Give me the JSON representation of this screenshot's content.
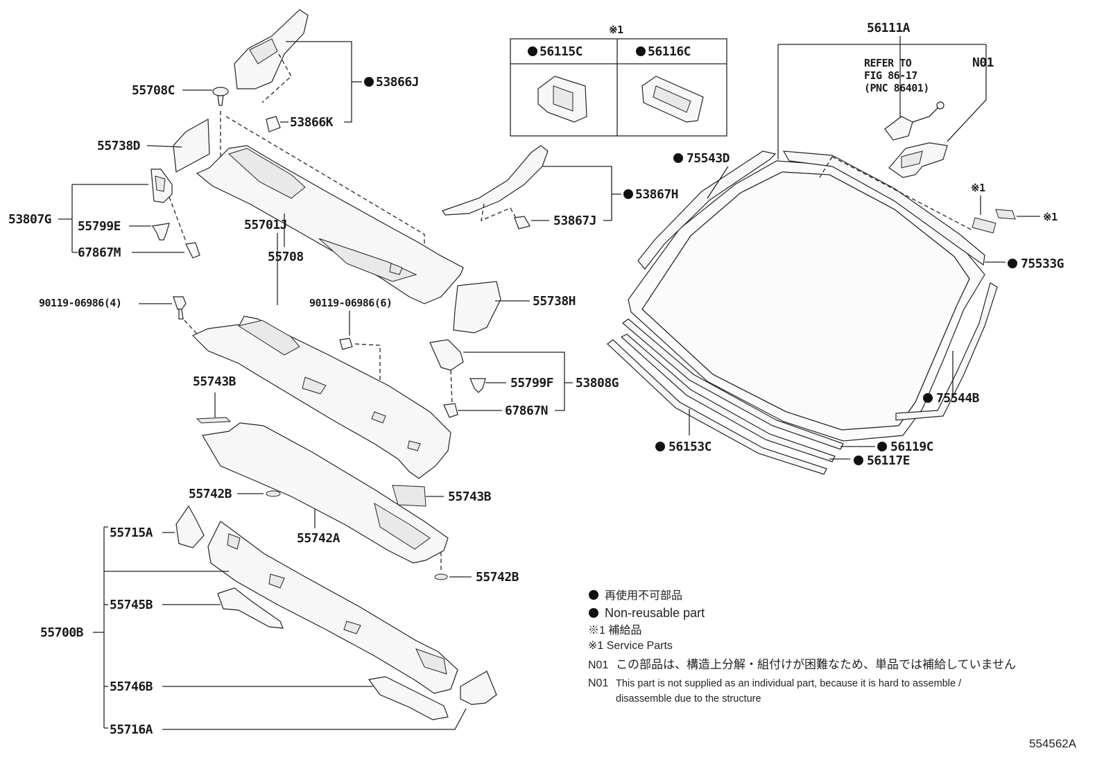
{
  "legend": {
    "non_reusable_jp": "再使用不可部品",
    "non_reusable_en": "Non-reusable part",
    "service_jp": "※1 補給品",
    "service_en": "※1 Service Parts",
    "n01_jp": "この部品は、構造上分解・組付けが困難なため、単品では補給していません",
    "n01_en_line1": "This part is not supplied as an individual part, because it is hard to assemble /",
    "n01_en_line2": "disassemble due to the structure",
    "n01_code": "N01",
    "n01_code2": "N01"
  },
  "figure_id": "554562A",
  "inset": {
    "note": "※1",
    "left_part": "56115C",
    "right_part": "56116C"
  },
  "refer": {
    "line1": "REFER TO",
    "line2": "FIG 86-17",
    "line3": "(PNC 86401)"
  },
  "parts": {
    "p53866J": "53866J",
    "p55708C": "55708C",
    "p53866K": "53866K",
    "p55738D": "55738D",
    "p53807G": "53807G",
    "p55799E": "55799E",
    "p67867M": "67867M",
    "p55708": "55708",
    "p55701J": "55701J",
    "p90119_4": "90119-06986(4)",
    "p90119_6": "90119-06986(6)",
    "p55738H": "55738H",
    "p55743B_a": "55743B",
    "p55799F": "55799F",
    "p53808G": "53808G",
    "p67867N": "67867N",
    "p55742B_a": "55742B",
    "p55743B_b": "55743B",
    "p55742A": "55742A",
    "p55742B_b": "55742B",
    "p55715A": "55715A",
    "p55745B": "55745B",
    "p55700B": "55700B",
    "p55746B": "55746B",
    "p55716A": "55716A",
    "p53867H": "53867H",
    "p53867J": "53867J",
    "p56111A": "56111A",
    "pN01": "N01",
    "p75543D": "75543D",
    "p75533G": "75533G",
    "p75544B": "75544B",
    "p56119C": "56119C",
    "p56117E": "56117E",
    "p56153C": "56153C",
    "note_a": "※1",
    "note_b": "※1"
  }
}
